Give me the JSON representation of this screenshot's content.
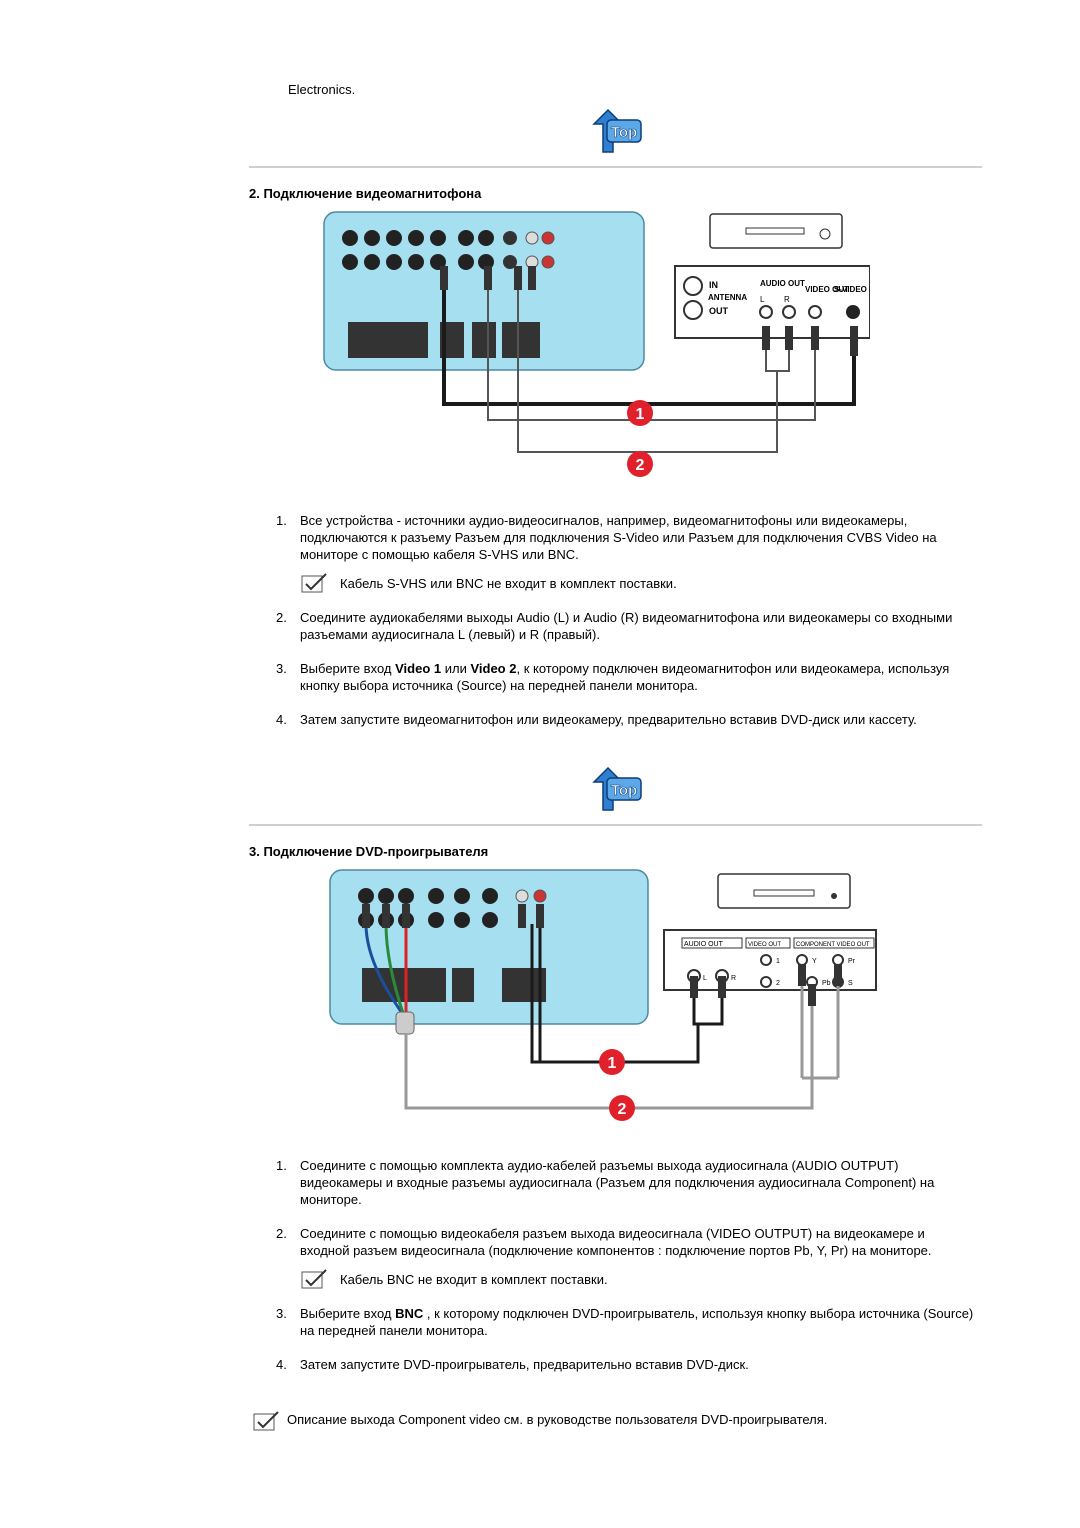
{
  "intro_fragment": "Electronics.",
  "section2": {
    "title": "2. Подключение видеомагнитофона",
    "diagram": {
      "vcr_panel_labels": {
        "in": "IN",
        "antenna": "ANTENNA",
        "out": "OUT",
        "audio_out": "AUDIO OUT",
        "l": "L",
        "r": "R",
        "video_out": "VIDEO OUT",
        "svideo_out": "S-VIDEO OUT"
      },
      "markers": [
        "1",
        "2"
      ]
    },
    "steps": [
      {
        "num": "1.",
        "text": "Все устройства - источники аудио-видеосигналов, например, видеомагнитофоны или видеокамеры, подключаются к разъему Разъем для подключения S-Video или Разъем для подключения CVBS Video на мониторе с помощью кабеля S-VHS или BNC."
      },
      {
        "num": "2.",
        "text": "Соедините аудиокабелями выходы Audio (L) и Audio (R) видеомагнитофона или видеокамеры со входными разъемами аудиосигнала L (левый) и R (правый)."
      },
      {
        "num": "3.",
        "text_before": "Выберите вход ",
        "bold1": "Video 1",
        "text_mid": " или ",
        "bold2": "Video 2",
        "text_after": ", к которому подключен видеомагнитофон или видеокамера, используя кнопку выбора источника (Source) на передней панели монитора."
      },
      {
        "num": "4.",
        "text": "Затем запустите видеомагнитофон или видеокамеру, предварительно вставив DVD-диск или кассету."
      }
    ],
    "note": "Кабель S-VHS или BNC не входит в комплект поставки."
  },
  "section3": {
    "title": "3. Подключение DVD-проигрывателя",
    "diagram": {
      "dvd_panel_labels": {
        "audio_out": "AUDIO OUT",
        "video_out": "VIDEO OUT",
        "component_video_out": "COMPONENT VIDEO OUT",
        "l": "L",
        "r": "R",
        "one": "1",
        "two": "2",
        "y": "Y",
        "pr": "Pr",
        "pb": "Pb",
        "s": "S"
      },
      "markers": [
        "1",
        "2"
      ]
    },
    "steps": [
      {
        "num": "1.",
        "text": "Соедините с помощью комплекта аудио-кабелей разъемы выхода аудиосигнала (AUDIO OUTPUT) видеокамеры и входные разъемы аудиосигнала (Разъем для подключения аудиосигнала Component) на мониторе."
      },
      {
        "num": "2.",
        "text": "Соедините с помощью видеокабеля разъем выхода видеосигнала (VIDEO OUTPUT) на видеокамере и входной разъем видеосигнала (подключение компонентов : подключение портов Pb, Y, Pr) на мониторе."
      },
      {
        "num": "3.",
        "text_before": "Выберите вход ",
        "bold1": "BNC",
        "text_after": " , к которому подключен DVD-проигрыватель, используя кнопку выбора источника (Source) на передней панели монитора."
      },
      {
        "num": "4.",
        "text": "Затем запустите DVD-проигрыватель, предварительно вставив DVD-диск."
      }
    ],
    "note": "Кабель BNC не входит в комплект поставки.",
    "final_note": "Описание выхода Component video см. в руководстве пользователя DVD-проигрывателя."
  },
  "top_button": {
    "label": "Top"
  },
  "colors": {
    "panel_blue": "#a6dff0",
    "cable_dark": "#1a1a1a",
    "marker_red": "#e0202a",
    "rule": "#cfcfcf"
  }
}
